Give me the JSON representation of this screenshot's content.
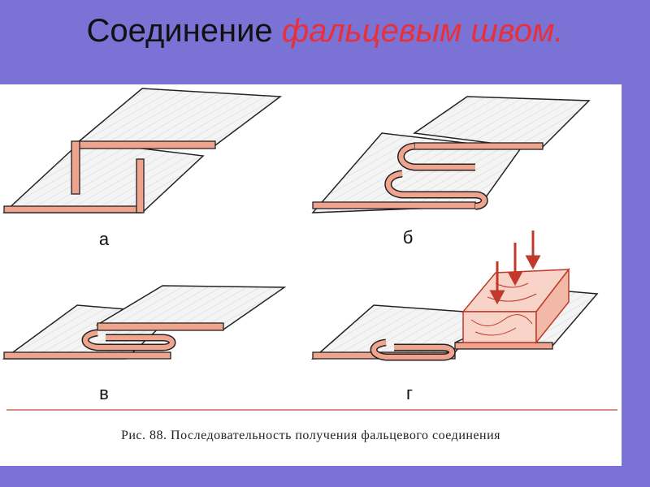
{
  "title": {
    "plain": "Соединение ",
    "accent": "фальцевым швом."
  },
  "colors": {
    "background": "#7b72d6",
    "accent": "#e8303a",
    "metal_edge": "#f0a48e",
    "metal_face": "#f4f4f4"
  },
  "figure": {
    "labels": {
      "a": "а",
      "b": "б",
      "v": "в",
      "g": "г"
    },
    "caption": "Рис. 88. Последовательность получения фальцевого соединения"
  }
}
